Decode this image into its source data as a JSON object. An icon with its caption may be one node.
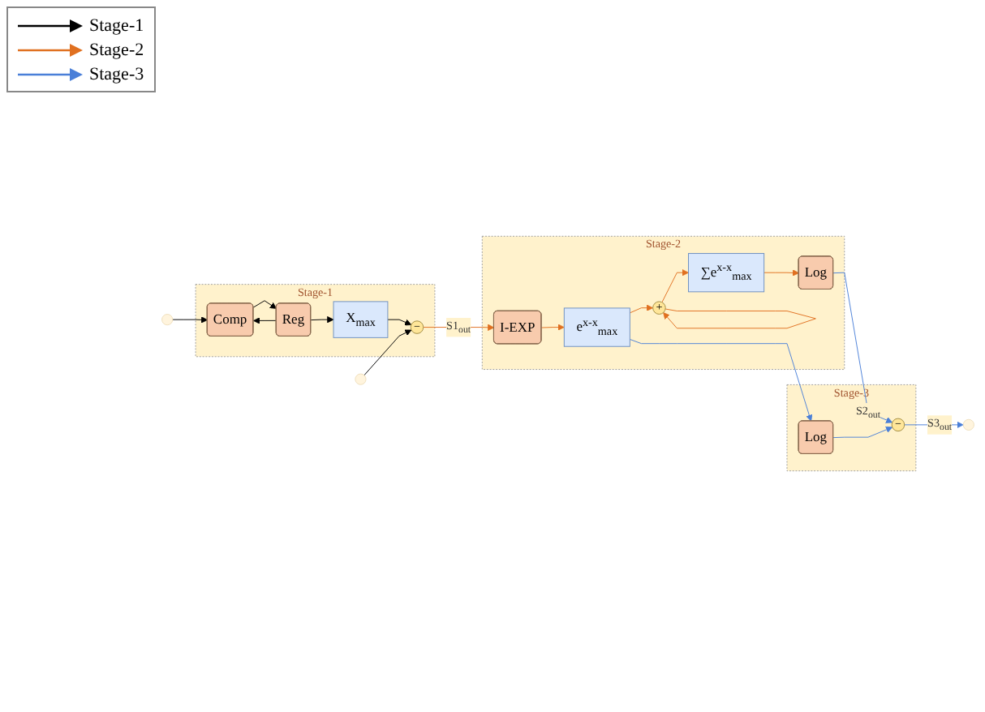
{
  "diagram": {
    "nodes": [
      {
        "text": [
          "Stage-1"
        ]
      },
      {
        "text": [
          "Comp"
        ],
        "in": 0
      },
      {
        "text": [
          "Reg"
        ],
        "in": 0
      },
      {
        "text": [
          "X$_{max}$"
        ],
        "in": 0
      },
      {
        "text": [
          "−"
        ],
        "in": 0
      },
      {
        "text": [
          "Stage-2"
        ]
      },
      {
        "text": [
          "I-EXP"
        ],
        "in": 5
      },
      {
        "text": [
          "e$^{x-x}$$_{max}$"
        ],
        "in": 5
      },
      {
        "text": [
          "+"
        ],
        "in": 5
      },
      {
        "text": [
          "∑e$^{x-x}$$_{max}$"
        ],
        "in": 5
      },
      {
        "text": [
          "Log"
        ],
        "in": 5
      },
      {
        "text": [
          "Stage-3"
        ]
      },
      {
        "text": [
          "Log"
        ],
        "in": 11
      },
      {
        "text": [
          "−"
        ],
        "in": 11
      }
    ],
    "edges": [
      {
        "from": null,
        "to": 1,
        "arrow": "to"
      },
      {
        "from": 1,
        "to": 2,
        "arrow": "to"
      },
      {
        "from": 2,
        "to": 3,
        "arrow": "to"
      },
      {
        "from": 2,
        "to": 1,
        "arrow": "to"
      },
      {
        "from": 3,
        "to": 4,
        "arrow": "to"
      },
      {
        "from": null,
        "to": 4,
        "arrow": "to"
      },
      {
        "from": 4,
        "to": 6,
        "arrow": "to",
        "label": "S1$_{out}$",
        "color": "#e07020"
      },
      {
        "from": 6,
        "to": 7,
        "arrow": "to",
        "color": "#e07020"
      },
      {
        "from": 7,
        "to": 8,
        "arrow": "to",
        "color": "#e07020"
      },
      {
        "from": 8,
        "to": 8,
        "arrow": "to",
        "color": "#e07020"
      },
      {
        "from": 8,
        "to": 9,
        "arrow": "to",
        "color": "#e07020"
      },
      {
        "from": 9,
        "to": 10,
        "arrow": "to",
        "color": "#e07020"
      },
      {
        "from": 7,
        "to": 12,
        "arrow": "to",
        "color": "#4a7fd8"
      },
      {
        "from": 10,
        "to": 13,
        "arrow": "to",
        "label": "S2$_{out}$",
        "color": "#4a7fd8"
      },
      {
        "from": 12,
        "to": 13,
        "arrow": "to",
        "color": "#4a7fd8"
      },
      {
        "from": 13,
        "to": null,
        "arrow": "to",
        "label": "S3$_{out}$",
        "color": "#4a7fd8"
      }
    ],
    "legend": [
      {
        "text": "Stage-1"
      },
      {
        "text": "Stage-2"
      },
      {
        "text": "Stage-3"
      }
    ]
  }
}
